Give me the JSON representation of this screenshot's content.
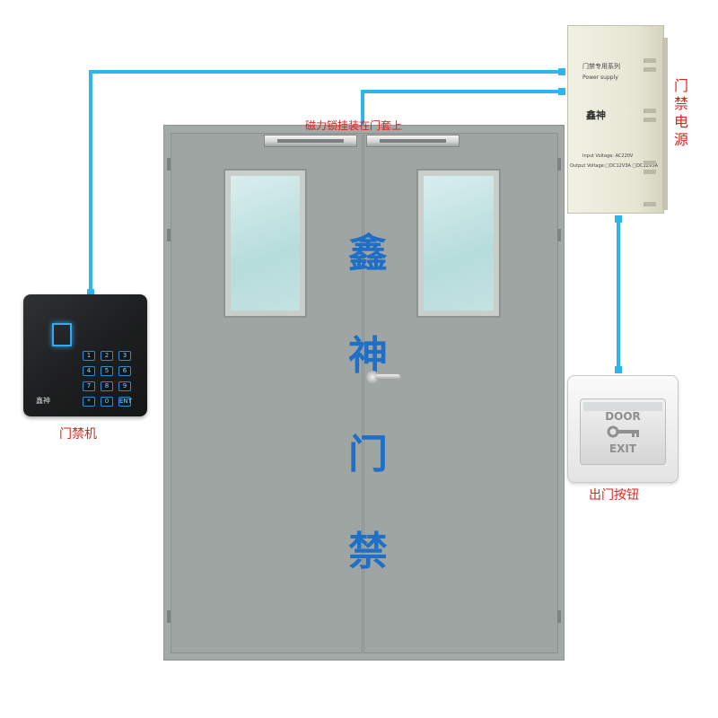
{
  "door": {
    "characters": [
      "鑫",
      "神",
      "门",
      "禁"
    ]
  },
  "labels": {
    "magnetic_lock": "磁力锁挂装在门套上",
    "power_supply_vertical": [
      "门",
      "禁",
      "电",
      "源"
    ],
    "card_reader": "门禁机",
    "exit_button": "出门按钮"
  },
  "power_supply": {
    "title": "门禁专用系列",
    "subtitle": "Power supply",
    "logo": "鑫神",
    "input_voltage": "Input Voltage: AC220V",
    "output_voltage": "Output Voltage:□DC12V3A □DC12V5A"
  },
  "exit_button_device": {
    "top_text": "DOOR",
    "bottom_text": "EXIT",
    "icon": "key-icon"
  },
  "keypad": {
    "logo": "鑫神",
    "keys": [
      "1",
      "2",
      "3",
      "4",
      "5",
      "6",
      "7",
      "8",
      "9",
      "*",
      "0",
      "ENT"
    ]
  },
  "colors": {
    "wire": "#2fb5ec",
    "door_text": "#1e6fc7",
    "label_text": "#e0221c"
  }
}
